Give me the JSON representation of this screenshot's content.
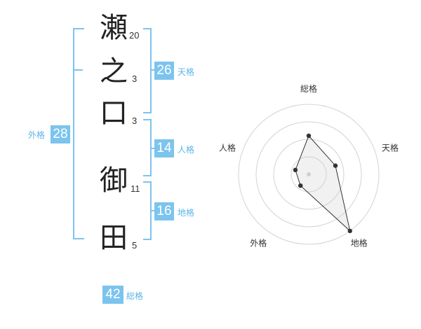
{
  "name_chars": [
    {
      "char": "瀬",
      "strokes": "20"
    },
    {
      "char": "之",
      "strokes": "3"
    },
    {
      "char": "口",
      "strokes": "3"
    },
    {
      "char": "御",
      "strokes": "11"
    },
    {
      "char": "田",
      "strokes": "5"
    }
  ],
  "fortune": {
    "tenkaku": {
      "value": "26",
      "label": "天格"
    },
    "jinkaku": {
      "value": "14",
      "label": "人格"
    },
    "chikaku": {
      "value": "16",
      "label": "地格"
    },
    "gaikaku": {
      "value": "28",
      "label": "外格"
    },
    "soukaku": {
      "value": "42",
      "label": "総格"
    }
  },
  "colors": {
    "accent": "#7cc4ee",
    "accent_text": "#5bb5e8"
  },
  "chart_data": {
    "type": "radar",
    "axes": [
      "総格",
      "天格",
      "地格",
      "外格",
      "人格"
    ],
    "levels": 4,
    "scale_max": 4,
    "values": [
      2.2,
      1.6,
      4.0,
      0.8,
      0.8
    ]
  }
}
